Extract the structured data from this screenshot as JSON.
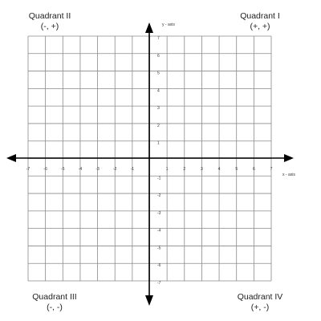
{
  "quadrants": {
    "q1": {
      "name": "Quadrant I",
      "signs": "(+, +)"
    },
    "q2": {
      "name": "Quadrant II",
      "signs": "(-, +)"
    },
    "q3": {
      "name": "Quadrant III",
      "signs": "(-, -)"
    },
    "q4": {
      "name": "Quadrant IV",
      "signs": "(+, -)"
    }
  },
  "axes": {
    "x_label": "x - axis",
    "y_label": "y - axis",
    "x_ticks": [
      "-7",
      "-6",
      "-5",
      "-4",
      "-3",
      "-2",
      "-1",
      "1",
      "2",
      "3",
      "4",
      "5",
      "6",
      "7"
    ],
    "y_ticks": [
      "7",
      "6",
      "5",
      "4",
      "3",
      "2",
      "1",
      "-1",
      "-2",
      "-3",
      "-4",
      "-5",
      "-6",
      "-7"
    ]
  },
  "colors": {
    "grid": "#8a8a8a",
    "axis": "#000000",
    "text": "#222222"
  }
}
